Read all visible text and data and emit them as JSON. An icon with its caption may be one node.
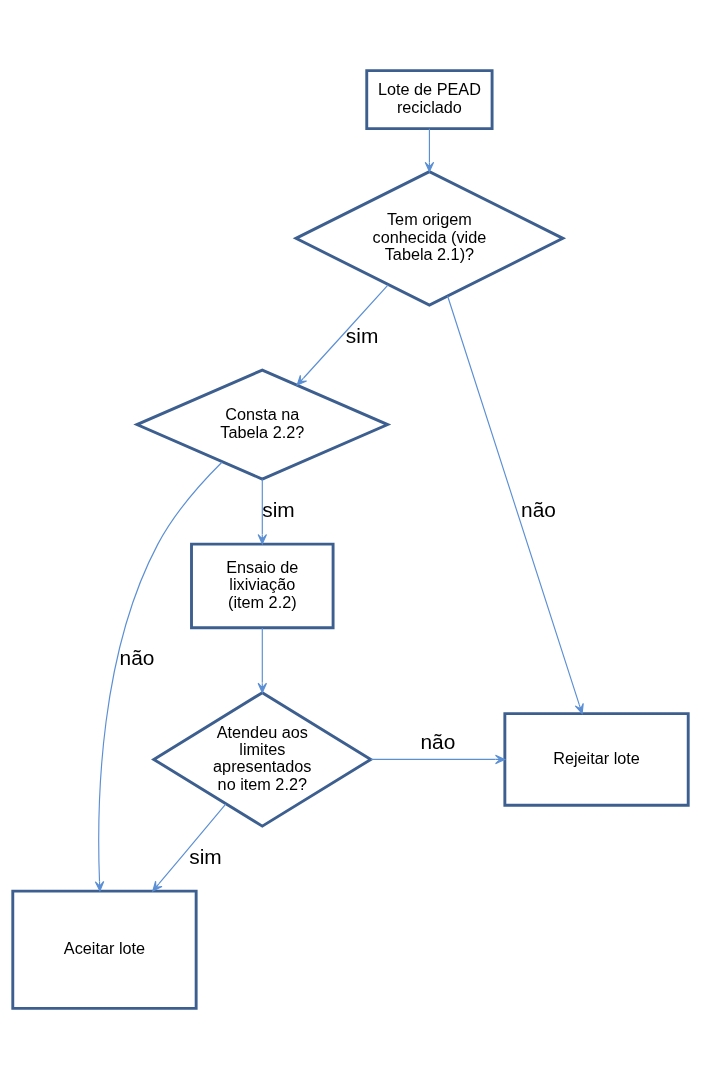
{
  "diagram": {
    "nodes": [
      {
        "text": [
          "Lote de PEAD reciclado"
        ]
      },
      {
        "text": [
          "Tem origem conhecida (vide Tabela 2.1)?"
        ]
      },
      {
        "text": [
          "Consta na Tabela 2.2?"
        ]
      },
      {
        "text": [
          "Ensaio de lixiviação (item 2.2)"
        ]
      },
      {
        "text": [
          "Rejeitar lote"
        ]
      },
      {
        "text": [
          "Atendeu aos limites apresentados no item 2.2?"
        ]
      },
      {
        "text": [
          "Aceitar lote"
        ]
      }
    ],
    "edges": [
      {
        "from": 0,
        "to": 1,
        "arrow": "to"
      },
      {
        "from": 1,
        "to": 2,
        "arrow": "to",
        "label": "sim"
      },
      {
        "from": 1,
        "to": 4,
        "arrow": "to",
        "label": "não"
      },
      {
        "from": 2,
        "to": 3,
        "arrow": "to",
        "label": "sim"
      },
      {
        "from": 2,
        "to": 6,
        "arrow": "to",
        "label": "não"
      },
      {
        "from": 3,
        "to": 5,
        "arrow": "to"
      },
      {
        "from": 5,
        "to": 4,
        "arrow": "to",
        "label": "não"
      },
      {
        "from": 5,
        "to": 6,
        "arrow": "to",
        "label": "sim"
      }
    ]
  }
}
